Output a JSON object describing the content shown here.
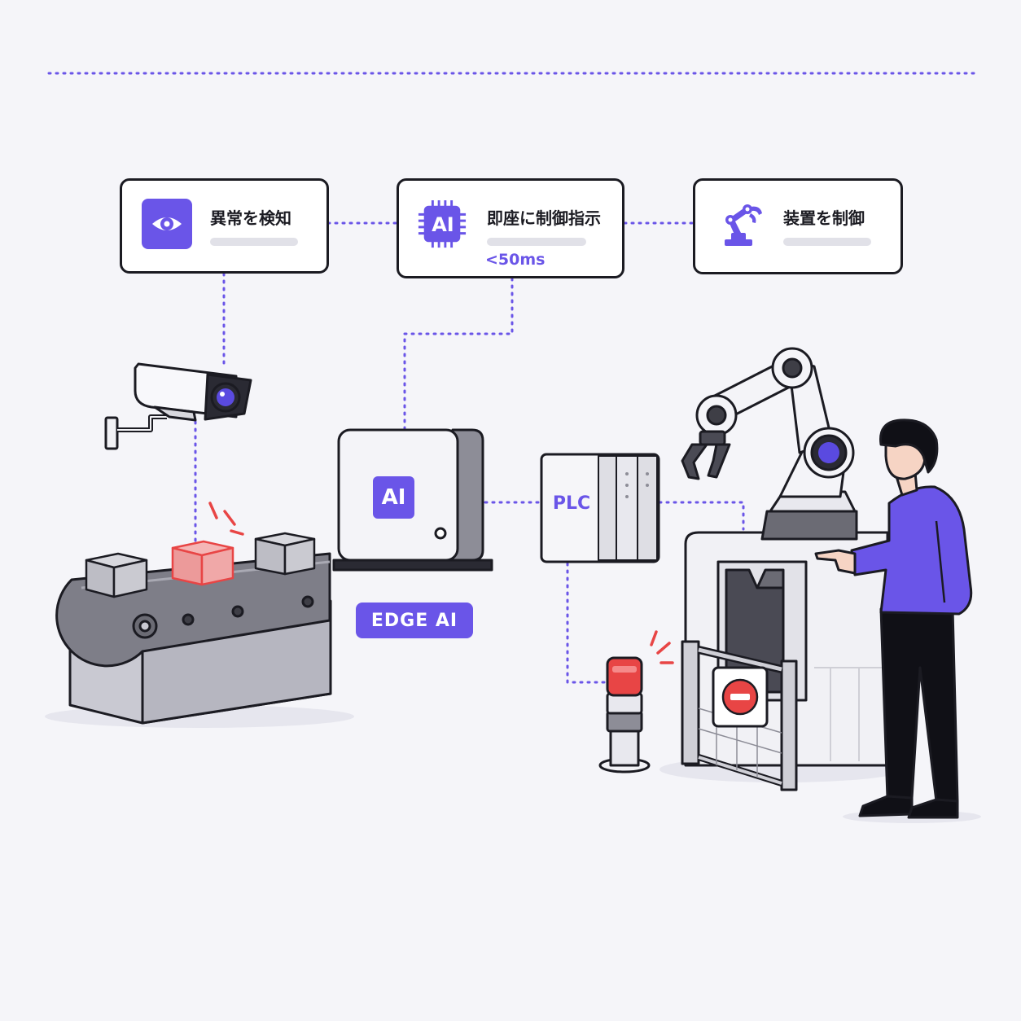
{
  "steps": [
    {
      "title": "異常を検知",
      "icon": "eye-icon"
    },
    {
      "title": "即座に制御指示",
      "icon": "ai-chip-icon",
      "chip_text": "AI",
      "latency": "<50ms"
    },
    {
      "title": "装置を制御",
      "icon": "robot-arm-icon"
    }
  ],
  "edge_ai": {
    "chip_text": "AI",
    "badge": "EDGE AI"
  },
  "plc": {
    "label": "PLC"
  },
  "colors": {
    "accent": "#6a55e8",
    "alert": "#e84545",
    "outline": "#1b1b22",
    "background": "#f5f5f9"
  }
}
